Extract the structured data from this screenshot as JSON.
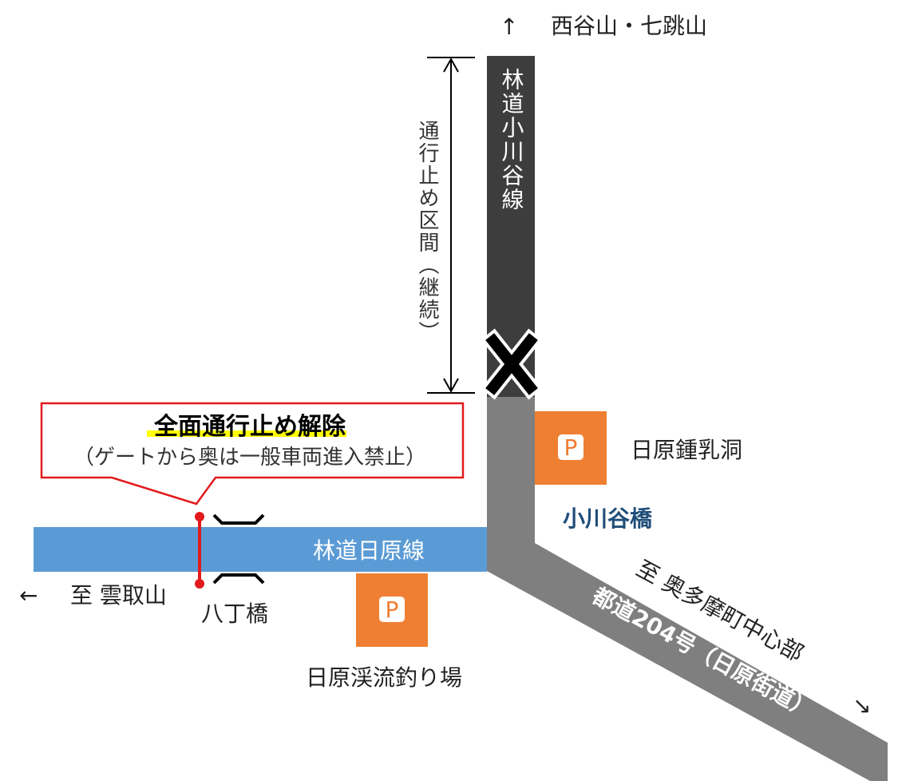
{
  "labels": {
    "north_dest": "西谷山・七跳山",
    "north_arrow": "↑",
    "west_dest": "至 雲取山",
    "west_arrow": "←",
    "southeast_dest": "至 奥多摩町中心部",
    "southeast_arrow": "↘"
  },
  "roads": {
    "ogawadani_line": "林道小川谷線",
    "nippara_line": "林道日原線",
    "route_204": "都道204号（日原街道）"
  },
  "closure": {
    "section_label": "通行止め区間（継続）"
  },
  "callout": {
    "title": "全面通行止め解除",
    "subtitle": "（ゲートから奥は一般車両進入禁止）"
  },
  "bridges": {
    "hatcho": "八丁橋",
    "ogawadani": "小川谷橋"
  },
  "parking": {
    "symbol": "P",
    "cave": "日原鍾乳洞",
    "fishing": "日原渓流釣り場"
  },
  "colors": {
    "closed_road": "#3d3d3d",
    "open_road": "#7f7f7f",
    "forest_road": "#5b9bd5",
    "parking": "#ef7f32",
    "callout_border": "#e31a1c",
    "gate_line": "#e31a1c",
    "highlight": "#ffff00",
    "bridge_label": "#1f4e79"
  }
}
